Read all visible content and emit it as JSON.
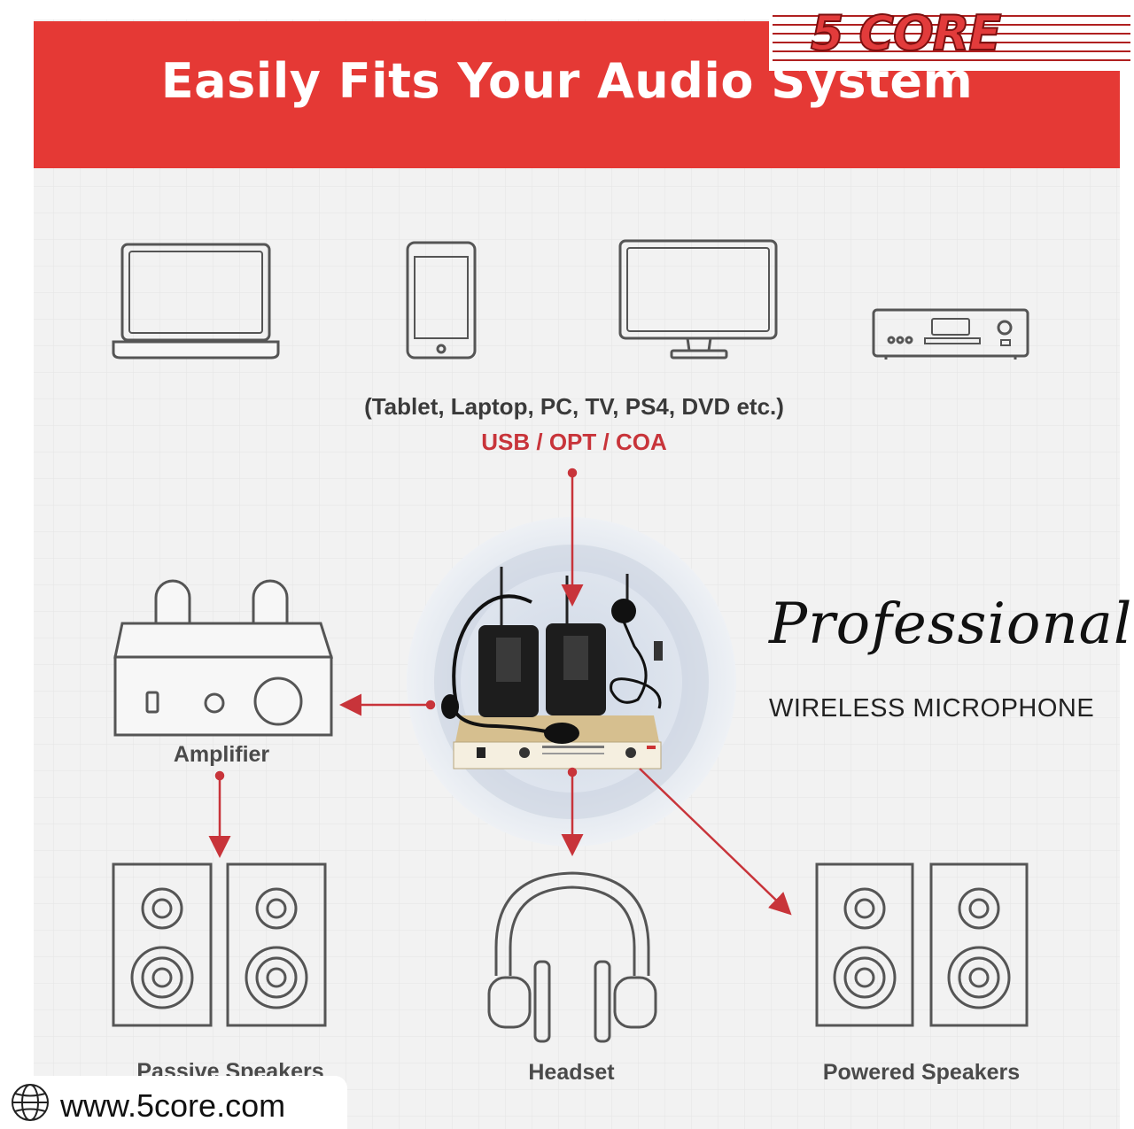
{
  "header": {
    "title": "Easily Fits Your Audio System"
  },
  "logo": {
    "text": "5 CORE"
  },
  "sources": {
    "caption": "(Tablet, Laptop, PC, TV, PS4, DVD etc.)",
    "connection": "USB / OPT / COA"
  },
  "product": {
    "title": "Professional",
    "subtitle": "WIRELESS MICROPHONE"
  },
  "outputs": {
    "amplifier": "Amplifier",
    "passive_speakers": "Passive Speakers",
    "headset": "Headset",
    "powered_speakers": "Powered Speakers"
  },
  "footer": {
    "website": "www.5core.com"
  },
  "colors": {
    "accent": "#e53935",
    "arrow": "#c8343a",
    "panel": "#f2f2f2",
    "line": "#555555"
  },
  "icons": [
    "laptop-icon",
    "smartphone-icon",
    "monitor-icon",
    "dvd-player-icon",
    "amplifier-icon",
    "speaker-icon",
    "headphones-icon",
    "globe-icon"
  ]
}
